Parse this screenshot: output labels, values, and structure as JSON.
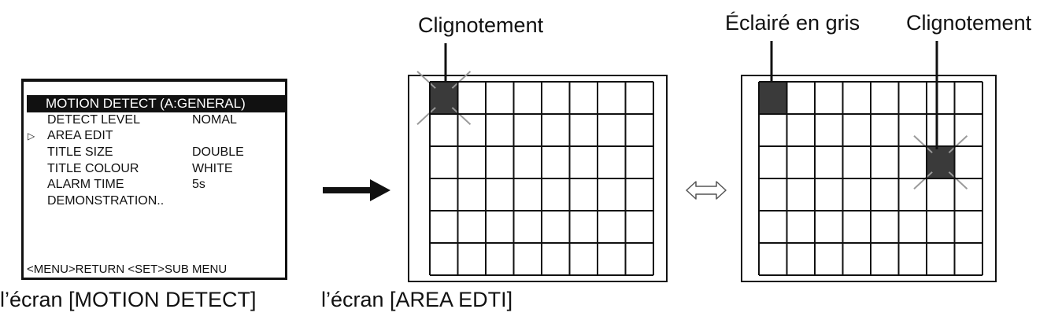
{
  "menu": {
    "title": "MOTION DETECT (A:GENERAL)",
    "rows": [
      {
        "name": "DETECT LEVEL",
        "value": "NOMAL",
        "cursor": ""
      },
      {
        "name": "AREA EDIT",
        "value": "",
        "cursor": "▷"
      },
      {
        "name": "TITLE SIZE",
        "value": "DOUBLE",
        "cursor": ""
      },
      {
        "name": "TITLE COLOUR",
        "value": "WHITE",
        "cursor": ""
      },
      {
        "name": "ALARM TIME",
        "value": "5s",
        "cursor": ""
      },
      {
        "name": "DEMONSTRATION..",
        "value": "",
        "cursor": ""
      }
    ],
    "footer": "<MENU>RETURN <SET>SUB MENU"
  },
  "captions": {
    "motion_screen": "l’écran [MOTION DETECT]",
    "area_screen": "l’écran [AREA EDTI]"
  },
  "callouts": {
    "blink_1": "Clignotement",
    "grey": "Éclairé en gris",
    "blink_2": "Clignotement"
  },
  "grid": {
    "columns": 8,
    "rows": 6,
    "grid_a_blinking_cell": {
      "col": 0,
      "row": 0
    },
    "grid_b_grey_cell": {
      "col": 0,
      "row": 0
    },
    "grid_b_blinking_cell": {
      "col": 6,
      "row": 2
    }
  },
  "colors": {
    "line": "#111111",
    "cell_fill": "#3a3a3a",
    "burst": "#9a9a9a"
  },
  "icons": {
    "arrow": "right-arrow-icon",
    "toggle": "double-arrow-icon"
  }
}
